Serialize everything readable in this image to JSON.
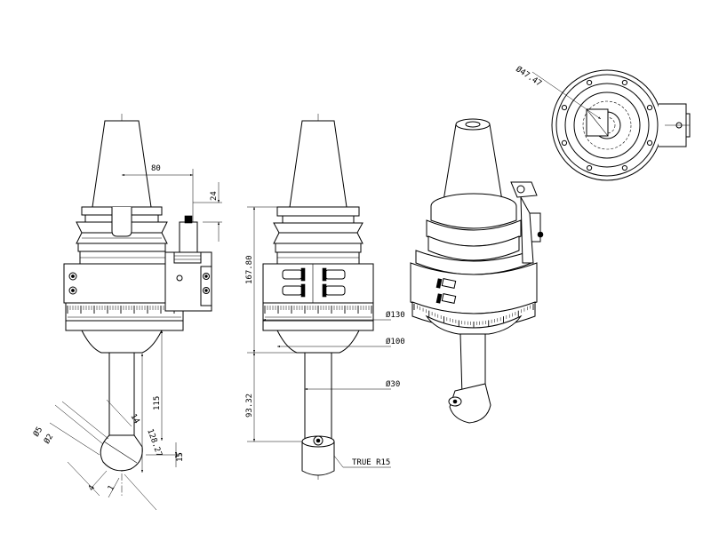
{
  "drawing": {
    "dimensions": {
      "d80": "80",
      "d24": "24",
      "d167": "167.80",
      "d130": "Ø130",
      "d100": "Ø100",
      "d30": "Ø30",
      "d93": "93.32",
      "d115": "115",
      "d128": "128.27",
      "d5": "Ø5",
      "d2": "Ø2",
      "d4": "4",
      "d1": "1",
      "d15": "15",
      "d14": "14",
      "d47": "Ø47.47",
      "tip": "TRUE R15"
    }
  }
}
